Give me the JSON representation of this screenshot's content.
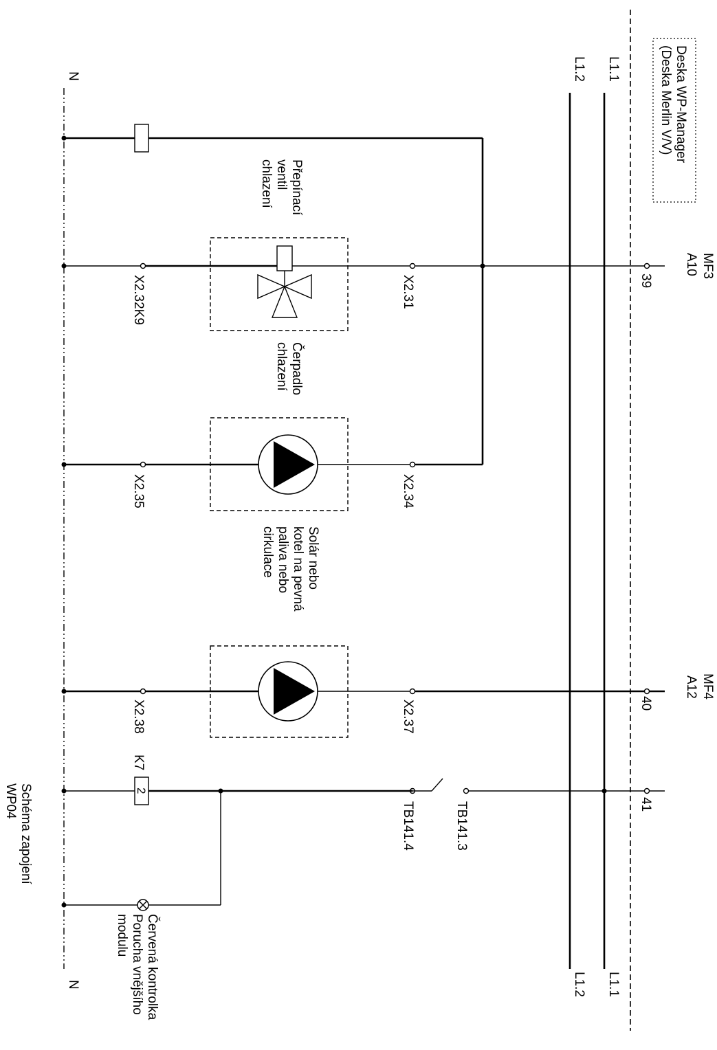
{
  "board": {
    "line1": "Deska WP-Manager",
    "line2": "(Deska Merlin V/V)"
  },
  "rails": {
    "l11": "L1.1",
    "l12": "L1.2",
    "n": "N"
  },
  "ports": {
    "mf3": "MF3",
    "a10": "A10",
    "t39": "39",
    "mf4": "MF4",
    "a12": "A12",
    "t40": "40",
    "t41": "41"
  },
  "terminals": {
    "x231": "X2.31",
    "x232k9": "X2.32K9",
    "x234": "X2.34",
    "x235": "X2.35",
    "x237": "X2.37",
    "x238": "X2.38",
    "tb1413": "TB141.3",
    "tb1414": "TB141.4",
    "k7": "K7",
    "k7n": "2"
  },
  "components": {
    "valve": [
      "Přepínací",
      "ventil",
      "chlazení"
    ],
    "pump": [
      "Čerpadlo",
      "chlazení"
    ],
    "solar": [
      "Solár nebo",
      "kotel na pevná",
      "paliva nebo",
      "cirkulace"
    ],
    "lamp": [
      "Červená kontrolka",
      "Porucha vnějšího",
      "modulu"
    ]
  },
  "footer": [
    "Schéma zapojení",
    "WP04"
  ]
}
